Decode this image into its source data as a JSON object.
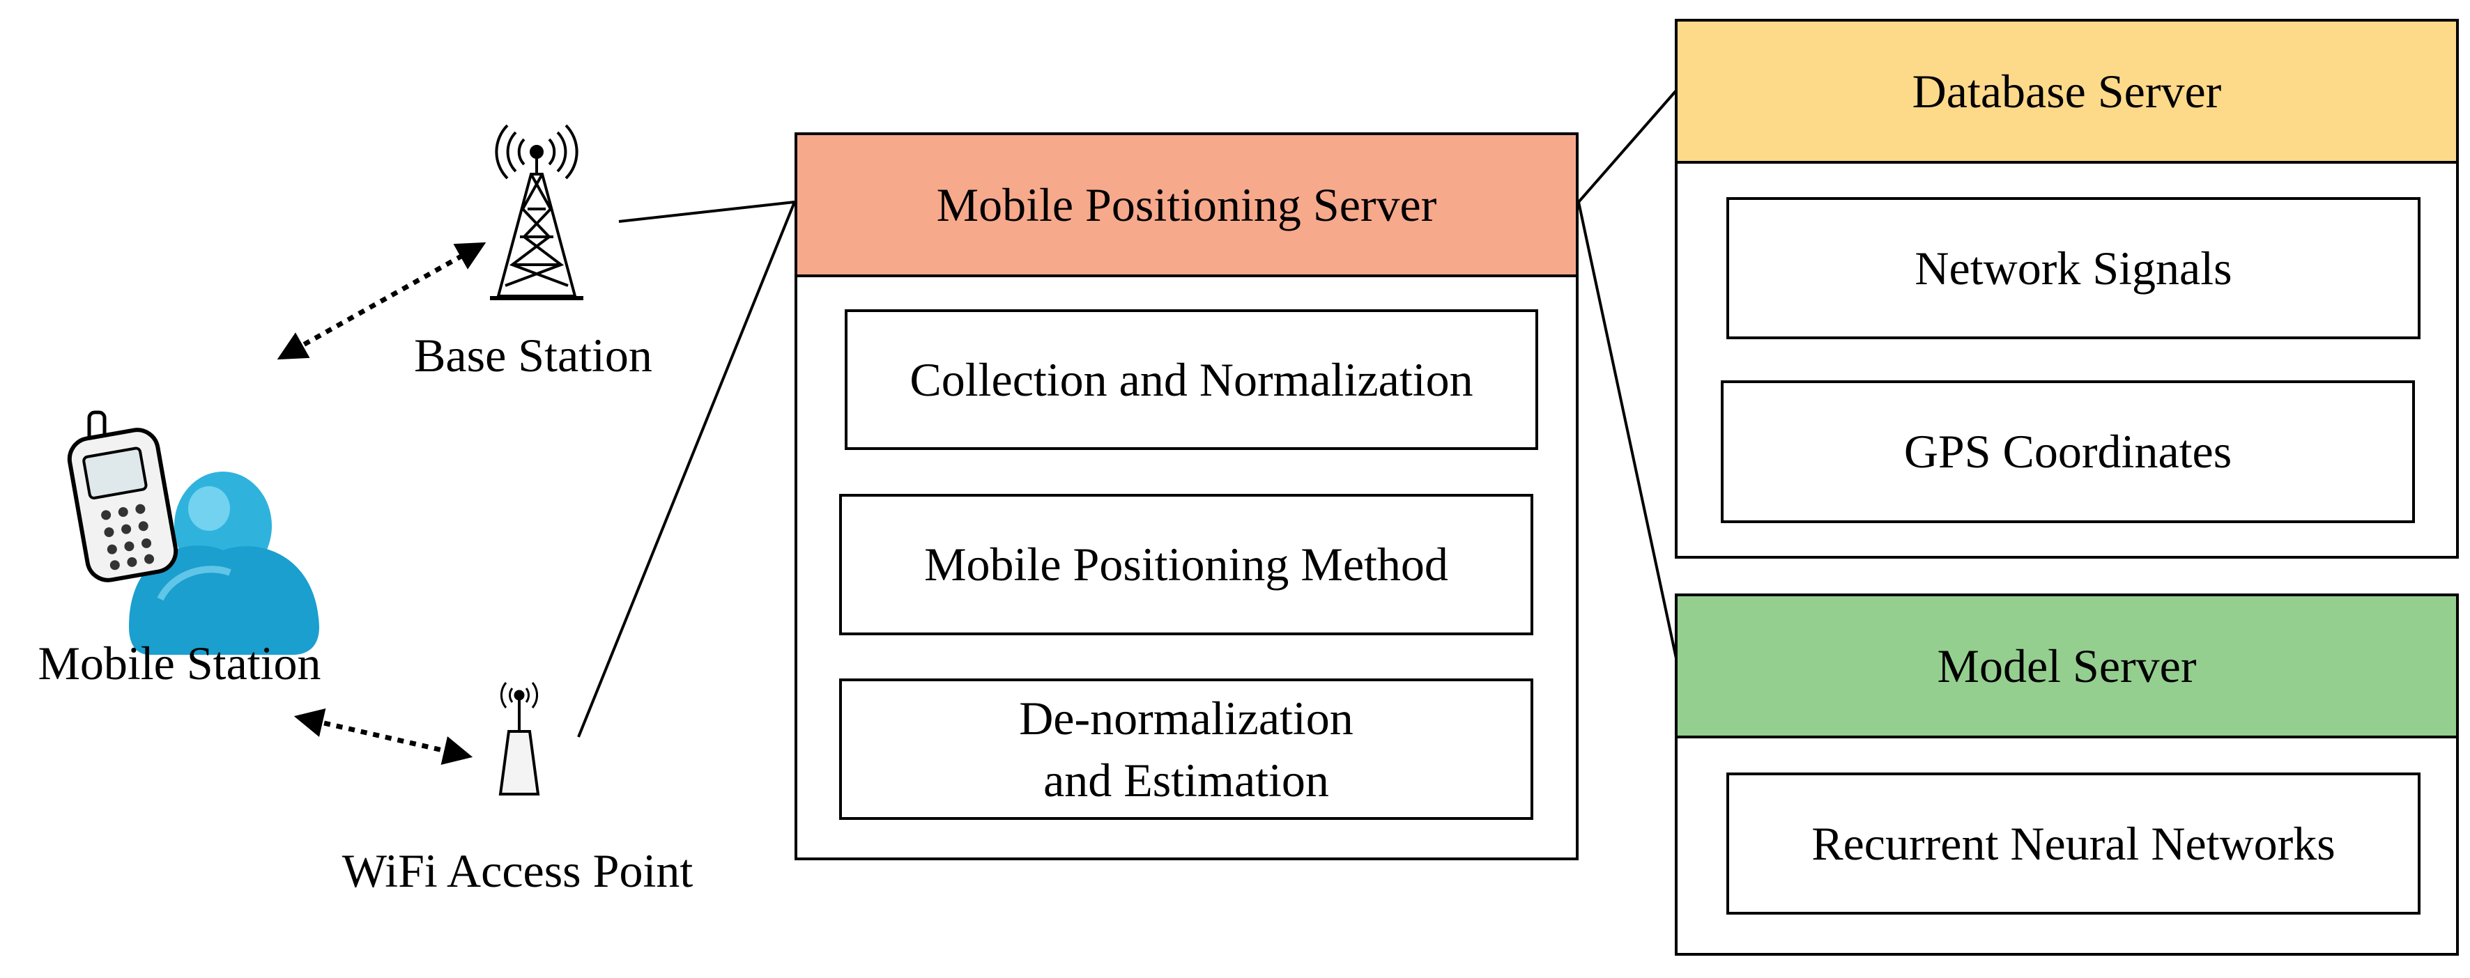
{
  "left": {
    "base_station": "Base Station",
    "mobile_station": "Mobile Station",
    "wifi_access_point": "WiFi Access Point"
  },
  "mps": {
    "title": "Mobile Positioning Server",
    "header_color": "#f7a98c",
    "items": [
      "Collection and Normalization",
      "Mobile Positioning Method",
      "De-normalization and Estimation"
    ]
  },
  "database": {
    "title": "Database Server",
    "header_color": "#fdd98a",
    "items": [
      "Network Signals",
      "GPS Coordinates"
    ]
  },
  "model": {
    "title": "Model Server",
    "header_color": "#94cf8f",
    "items": [
      "Recurrent Neural Networks"
    ]
  }
}
